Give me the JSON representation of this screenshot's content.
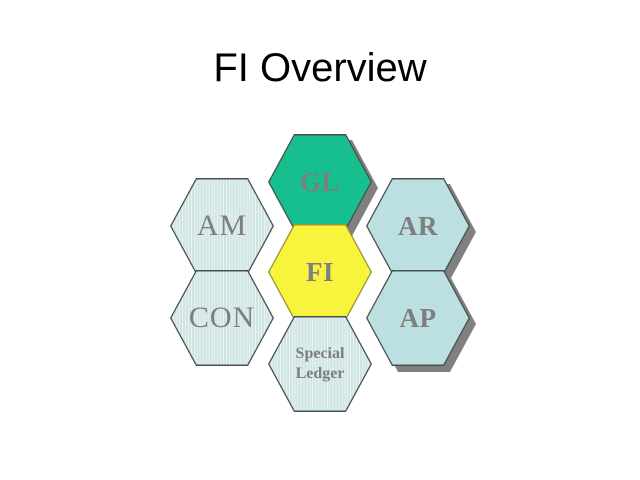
{
  "slide": {
    "title": "FI Overview",
    "background_color": "#FFFFFF",
    "title_color": "#000000"
  },
  "diagram": {
    "name": "FI module honeycomb",
    "shape": "hexagon",
    "center_node": "FI",
    "colors": {
      "center_yellow": "#F8F33C",
      "highlight_green": "#17BE8E",
      "pale_blue": "#CBE4E5",
      "shadow_gray": "#808080",
      "outline_gray": "#45504F",
      "label_gray": "#7E7E7E"
    },
    "nodes": [
      {
        "id": "gl",
        "label": "GL",
        "fill": "#17BE8E",
        "has_shadow": true,
        "textured": false,
        "position": "top-center"
      },
      {
        "id": "am",
        "label": "AM",
        "fill": "#CFE5E4",
        "has_shadow": false,
        "textured": true,
        "position": "upper-left"
      },
      {
        "id": "ar",
        "label": "AR",
        "fill": "#BCE0E1",
        "has_shadow": true,
        "textured": false,
        "position": "upper-right"
      },
      {
        "id": "fi",
        "label": "FI",
        "fill": "#F8F33C",
        "has_shadow": false,
        "textured": false,
        "position": "center"
      },
      {
        "id": "con",
        "label": "CON",
        "fill": "#CFE5E4",
        "has_shadow": false,
        "textured": true,
        "position": "lower-left"
      },
      {
        "id": "ap",
        "label": "AP",
        "fill": "#BCE0E1",
        "has_shadow": true,
        "textured": false,
        "position": "lower-right"
      },
      {
        "id": "special_ledger",
        "label_line1": "Special",
        "label_line2": "Ledger",
        "fill": "#CFE5E4",
        "has_shadow": false,
        "textured": true,
        "position": "bottom-center"
      }
    ]
  }
}
